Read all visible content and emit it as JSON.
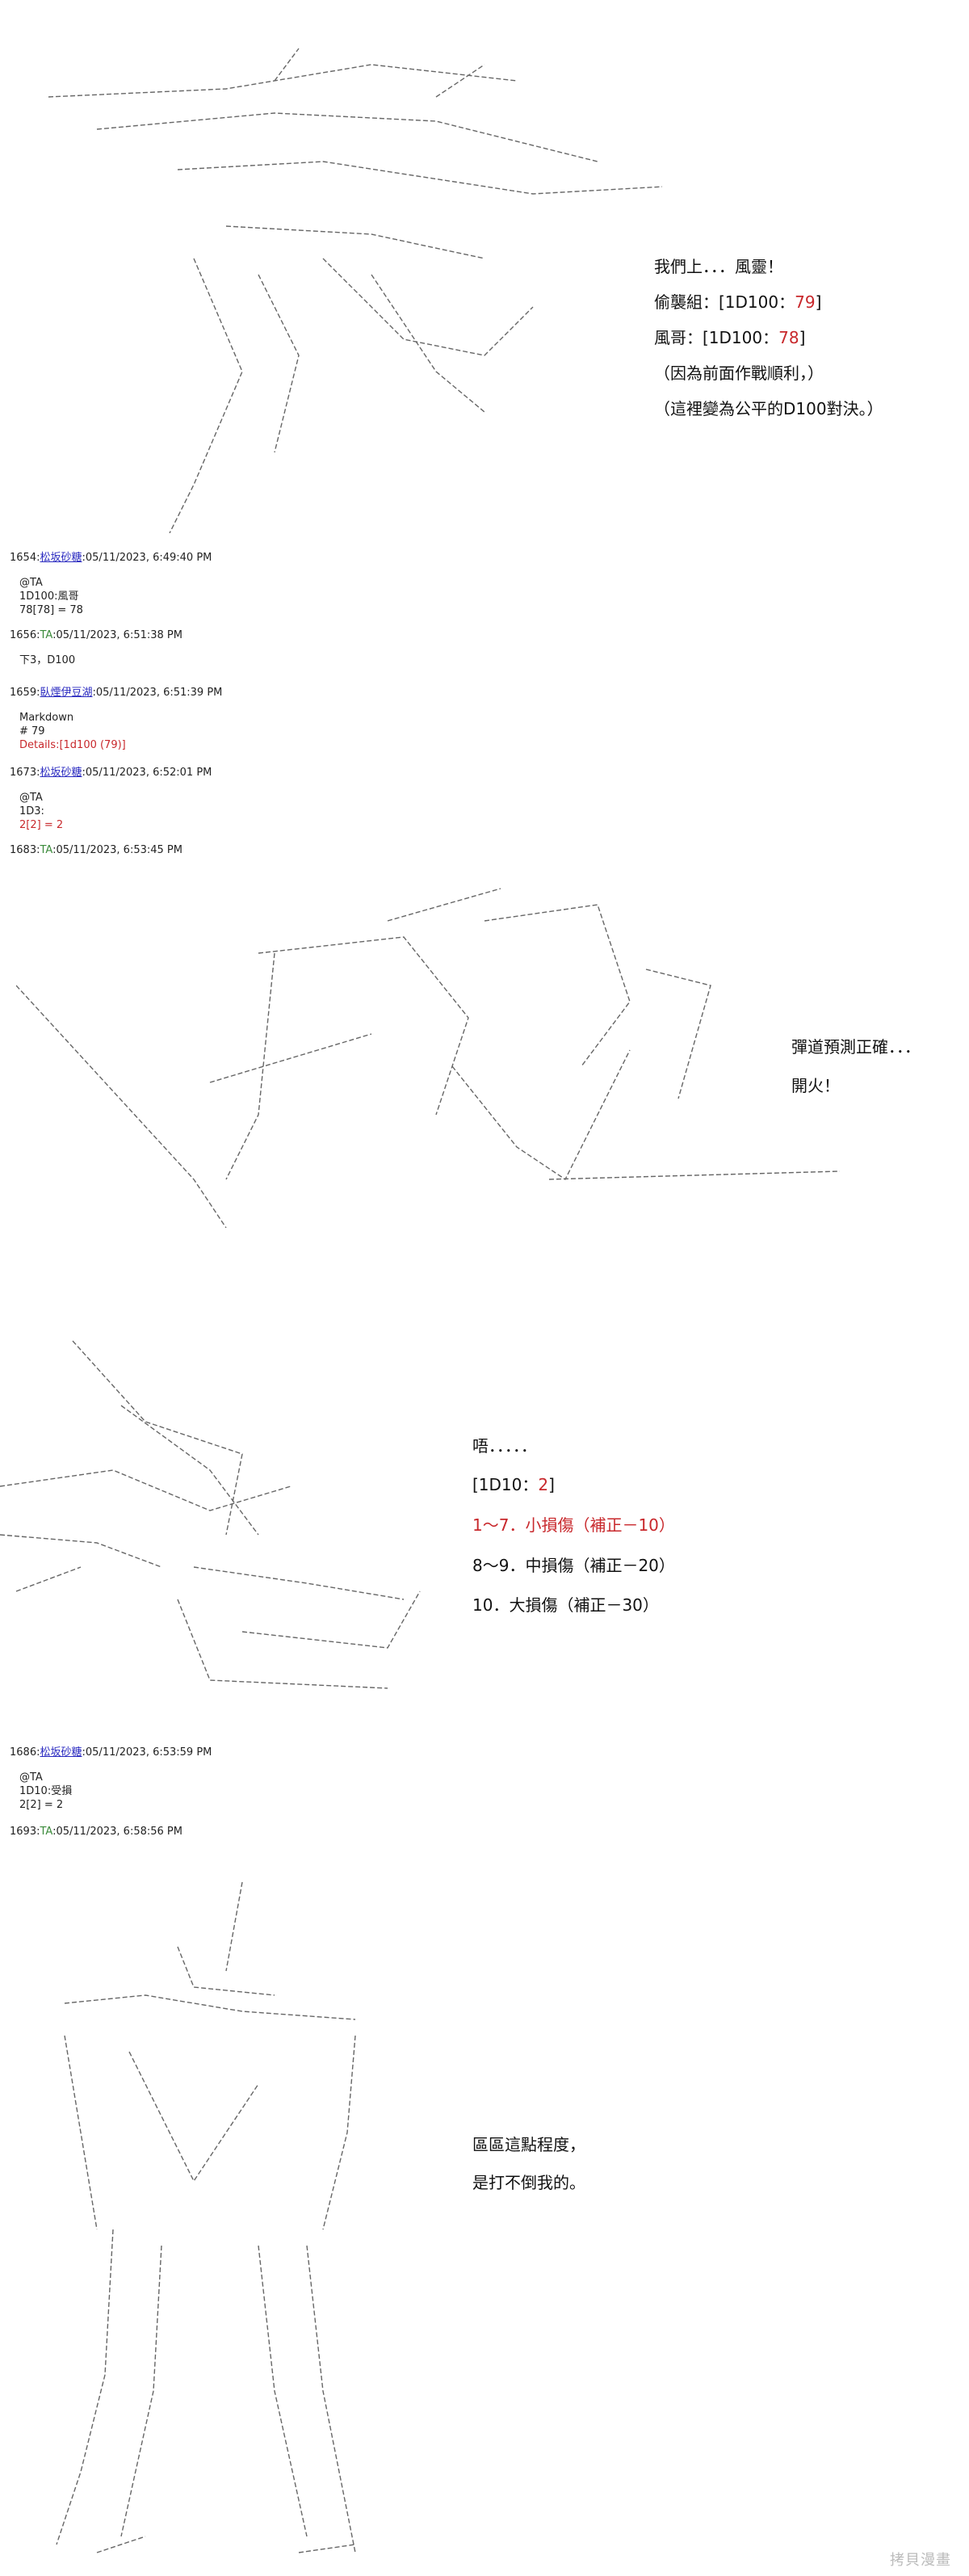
{
  "panel1": {
    "lines": [
      "我們上．．．風靈！",
      "偷襲組：[1D100：",
      "79",
      "]",
      "風哥：[1D100：",
      "78",
      "]",
      "（因為前面作戰順利，）",
      "（這裡變為公平的D100對決。）"
    ]
  },
  "posts": [
    {
      "num": "1654",
      "user": "松坂砂糖",
      "time": "05/11/2023, 6:49:40 PM",
      "body": [
        "@TA",
        "1D100:風哥",
        "78[78] = 78"
      ]
    },
    {
      "num": "1656",
      "user": "TA",
      "time": "05/11/2023, 6:51:38 PM",
      "body": [
        "下3，D100"
      ]
    },
    {
      "num": "1659",
      "user": "臥煙伊豆湖",
      "time": "05/11/2023, 6:51:39 PM",
      "body": [
        "Markdown",
        "# 79",
        "Details:[1d100 (79)]"
      ]
    },
    {
      "num": "1673",
      "user": "松坂砂糖",
      "time": "05/11/2023, 6:52:01 PM",
      "body": [
        "@TA",
        "1D3:",
        "2[2] = 2"
      ]
    },
    {
      "num": "1683",
      "user": "TA",
      "time": "05/11/2023, 6:53:45 PM",
      "body": []
    },
    {
      "num": "1686",
      "user": "松坂砂糖",
      "time": "05/11/2023, 6:53:59 PM",
      "body": [
        "@TA",
        "1D10:受損",
        "2[2] = 2"
      ]
    },
    {
      "num": "1693",
      "user": "TA",
      "time": "05/11/2023, 6:58:56 PM",
      "body": []
    }
  ],
  "panel2": {
    "lines": [
      "彈道預測正確．．．",
      "開火！"
    ]
  },
  "panel3": {
    "lines": [
      "唔．．．．．",
      "[1D10：",
      "2",
      "]",
      "1～7．小損傷（補正－10）",
      "8～9．中損傷（補正－20）",
      "10．大損傷（補正－30）"
    ]
  },
  "panel4": {
    "lines": [
      "區區這點程度，",
      "是打不倒我的。"
    ]
  },
  "watermark": "拷貝漫畫",
  "colors": {
    "roll_red": "#c8282c",
    "user_link": "#2a2ac0",
    "gm_green": "#3a8a3a"
  }
}
